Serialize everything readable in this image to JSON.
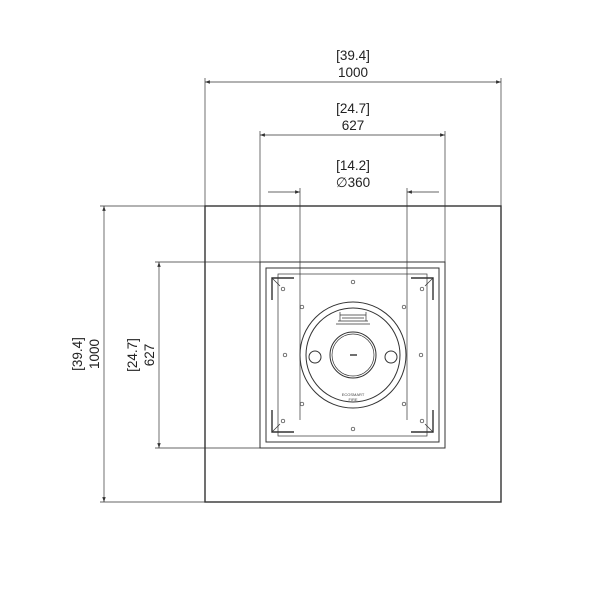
{
  "dimensions": {
    "top_outer": {
      "inches": "39.4",
      "mm": "1000"
    },
    "top_opening": {
      "inches": "24.7",
      "mm": "627"
    },
    "top_burner": {
      "inches": "14.2",
      "mm": "360",
      "prefix": "∅"
    },
    "left_outer": {
      "inches": "39.4",
      "mm": "1000"
    },
    "left_opening": {
      "inches": "24.7",
      "mm": "627"
    }
  },
  "burner": {
    "brand": "ECOSMART",
    "sublabel": "FIRE"
  },
  "colors": {
    "line": "#333333",
    "background": "#ffffff"
  }
}
